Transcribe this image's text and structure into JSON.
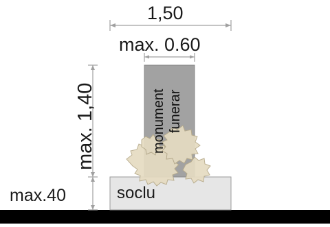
{
  "dimensions": {
    "total_width": "1,50",
    "monument_width": "max. 0.60",
    "monument_height": "max. 1,40",
    "base_height": "max.40"
  },
  "labels": {
    "base": "soclu",
    "monument_line1": "monument",
    "monument_line2": "funerar"
  },
  "colors": {
    "monument_fill": "#a2a2a2",
    "base_fill": "#e6e6e6",
    "ground_fill": "#000000",
    "vegetation_fill": "#e6dcc2",
    "dimension_line": "#a0a0a0"
  }
}
